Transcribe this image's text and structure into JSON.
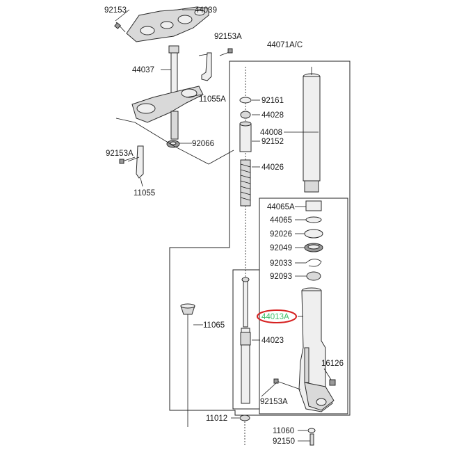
{
  "labels": {
    "l92153_top": "92153",
    "l44039": "44039",
    "l92153A_top": "92153A",
    "l44071AC": "44071A/C",
    "l44037": "44037",
    "l11055A": "11055A",
    "l92161": "92161",
    "l44028": "44028",
    "l44008": "44008",
    "l92066": "92066",
    "l92152": "92152",
    "l92153A_mid": "92153A",
    "l44026": "44026",
    "l11055": "11055",
    "l44065A": "44065A",
    "l44065": "44065",
    "l92026": "92026",
    "l92049": "92049",
    "l92033": "92033",
    "l92093": "92093",
    "l44013A": "44013A",
    "l11065": "11065",
    "l44023": "44023",
    "l16126": "16126",
    "l92153A_bot": "92153A",
    "l11012": "11012",
    "l11060": "11060",
    "l92150": "92150"
  },
  "colors": {
    "highlight_ring": "#d62020",
    "highlight_text": "#3fbf6a",
    "line": "#1a1a1a"
  }
}
